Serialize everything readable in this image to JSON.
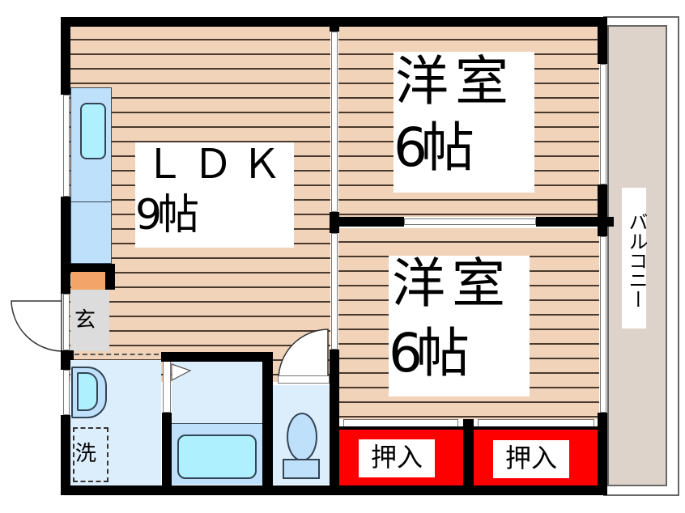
{
  "floorplan": {
    "rooms": {
      "ldk": {
        "name": "ＬＤＫ",
        "size": "9帖"
      },
      "western_room_1": {
        "name": "洋室",
        "size": "6帖"
      },
      "western_room_2": {
        "name": "洋室",
        "size": "6帖"
      },
      "entrance": {
        "name": "玄"
      },
      "washer": {
        "name": "洗"
      },
      "closet_1": {
        "name": "押入"
      },
      "closet_2": {
        "name": "押入"
      },
      "balcony": {
        "name": "バルコニー"
      }
    },
    "colors": {
      "wall": "#000000",
      "floor": "#f1d3b9",
      "floor_line": "#4a3a2e",
      "kitchen": "#bfe0fb",
      "sink": "#aef0fd",
      "wet_area": "#dceefb",
      "closet": "#ff0000",
      "balcony": "#ded3cb",
      "entrance": "#dcdcdc",
      "shoe_box": "#f3a468"
    }
  }
}
